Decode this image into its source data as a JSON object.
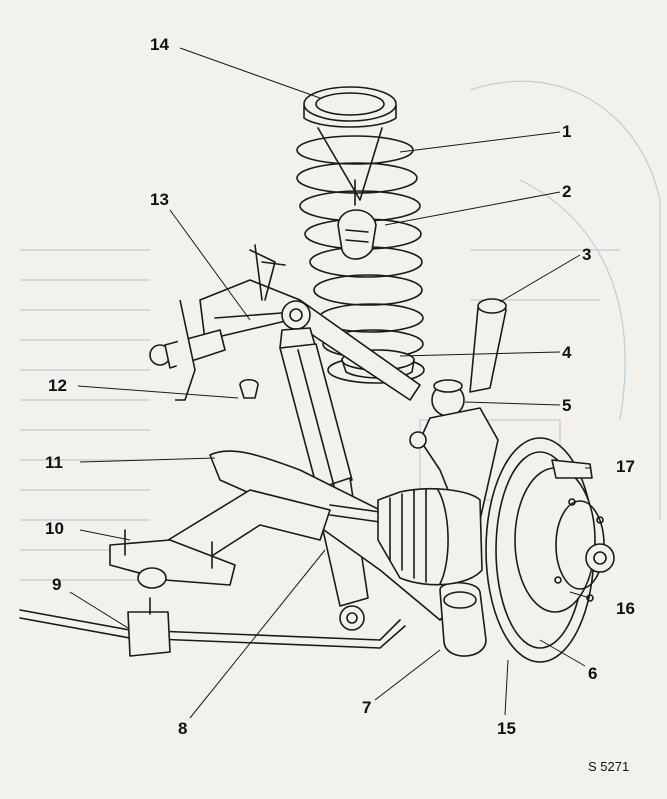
{
  "figure_code": "S 5271",
  "callouts": [
    {
      "id": "1",
      "text": "1"
    },
    {
      "id": "2",
      "text": "2"
    },
    {
      "id": "3",
      "text": "3"
    },
    {
      "id": "4",
      "text": "4"
    },
    {
      "id": "5",
      "text": "5"
    },
    {
      "id": "6",
      "text": "6"
    },
    {
      "id": "7",
      "text": "7"
    },
    {
      "id": "8",
      "text": "8"
    },
    {
      "id": "9",
      "text": "9"
    },
    {
      "id": "10",
      "text": "10"
    },
    {
      "id": "11",
      "text": "11"
    },
    {
      "id": "12",
      "text": "12"
    },
    {
      "id": "13",
      "text": "13"
    },
    {
      "id": "14",
      "text": "14"
    },
    {
      "id": "15",
      "text": "15"
    },
    {
      "id": "16",
      "text": "16"
    },
    {
      "id": "17",
      "text": "17"
    }
  ],
  "colors": {
    "paper": "#f3f1ec",
    "ink": "#1a1a1a",
    "show_through": "#b9cfd8"
  }
}
